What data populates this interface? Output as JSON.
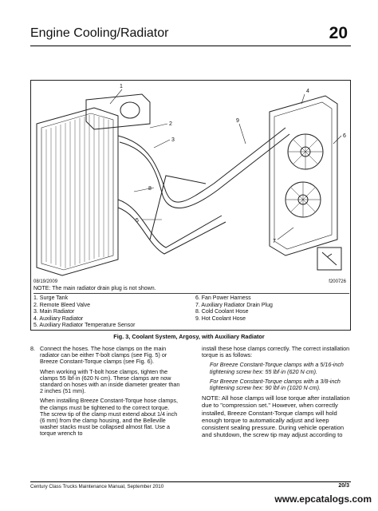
{
  "header": {
    "title": "Engine Cooling/Radiator",
    "page_number": "20"
  },
  "figure": {
    "date": "08/19/2009",
    "fig_id": "f200726",
    "note": "NOTE: The main radiator drain plug is not shown.",
    "callouts": [
      "1",
      "2",
      "3",
      "4",
      "5",
      "6",
      "7",
      "8",
      "9"
    ],
    "legend_left": [
      "1.  Surge Tank",
      "2.  Remote Bleed Valve",
      "3.  Main Radiator",
      "4.  Auxiliary Radiator",
      "5.  Auxiliary Radiator Temperature Sensor"
    ],
    "legend_right": [
      "6.  Fan Power Harness",
      "7.  Auxiliary Radiator Drain Plug",
      "8.  Cold Coolant Hose",
      "9.  Hot Coolant Hose"
    ],
    "caption": "Fig. 3, Coolant System, Argosy, with Auxiliary Radiator"
  },
  "body": {
    "step_number": "8.",
    "col1": [
      "Connect the hoses. The hose clamps on the main radiator can be either T-bolt clamps (see Fig. 5) or Breeze Constant-Torque clamps (see Fig. 6).",
      "When working with T-bolt hose clamps, tighten the clamps 55 lbf·in (620 N·cm). These clamps are now standard on hoses with an inside diameter greater than 2 inches (51 mm).",
      "When installing Breeze Constant-Torque hose clamps, the clamps must be tightened to the correct torque. The screw tip of the clamp must extend about 1/4 inch (6 mm) from the clamp housing, and the Belleville washer stacks must be collapsed almost flat. Use a torque wrench to"
    ],
    "col2_intro": "install these hose clamps correctly. The correct installation torque is as follows:",
    "col2_item1": "For Breeze Constant-Torque clamps with a 5/16-inch tightening screw hex: 55 lbf·in (620 N·cm).",
    "col2_item2": "For Breeze Constant-Torque clamps with a 3/8-inch tightening screw hex: 90 lbf·in (1020 N·cm).",
    "col2_note": "NOTE: All hose clamps will lose torque after installation due to \"compression set.\" However, when correctly installed, Breeze Constant-Torque clamps will hold enough torque to automatically adjust and keep consistent sealing pressure. During vehicle operation and shutdown, the screw tip may adjust according to"
  },
  "footer": {
    "left": "Century Class Trucks Maintenance Manual, September 2010",
    "right": "20/3"
  },
  "watermark": "www.epcatalogs.com"
}
